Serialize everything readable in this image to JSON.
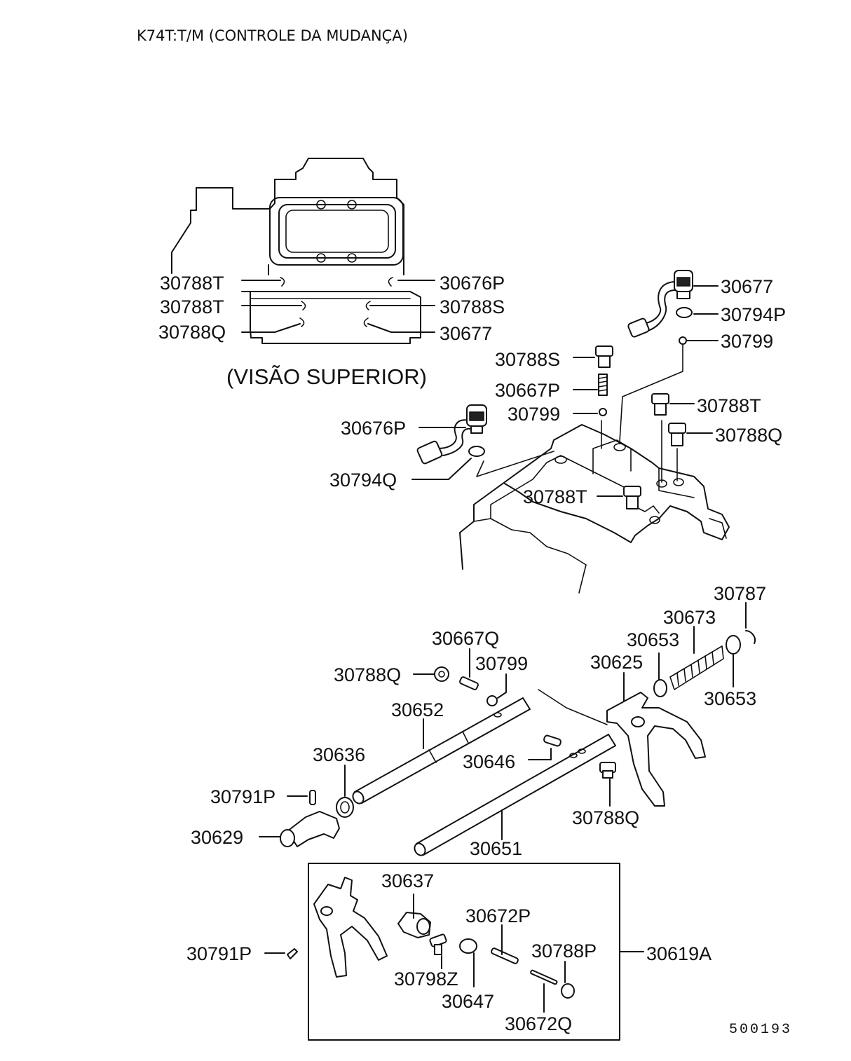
{
  "title": "K74T:T/M (CONTROLE DA MUDANÇA)",
  "view_caption": "(VISÃO SUPERIOR)",
  "diagram_code": "500193",
  "top_view_labels": [
    "30788T",
    "30788T",
    "30788Q",
    "30676P",
    "30788S",
    "30677"
  ],
  "upper_assembly_labels": [
    "30677",
    "30794P",
    "30799",
    "30788S",
    "30667P",
    "30799",
    "30788T",
    "30676P",
    "30788Q",
    "30794Q",
    "30788T"
  ],
  "lower_assembly_labels": [
    "30787",
    "30673",
    "30653",
    "30625",
    "30653",
    "30667Q",
    "30799",
    "30788Q",
    "30652",
    "30636",
    "30646",
    "30791P",
    "30788Q",
    "30629",
    "30651"
  ],
  "kit_box_labels": [
    "30637",
    "30672P",
    "30788P",
    "30619A",
    "30791P",
    "30798Z",
    "30647",
    "30672Q"
  ]
}
